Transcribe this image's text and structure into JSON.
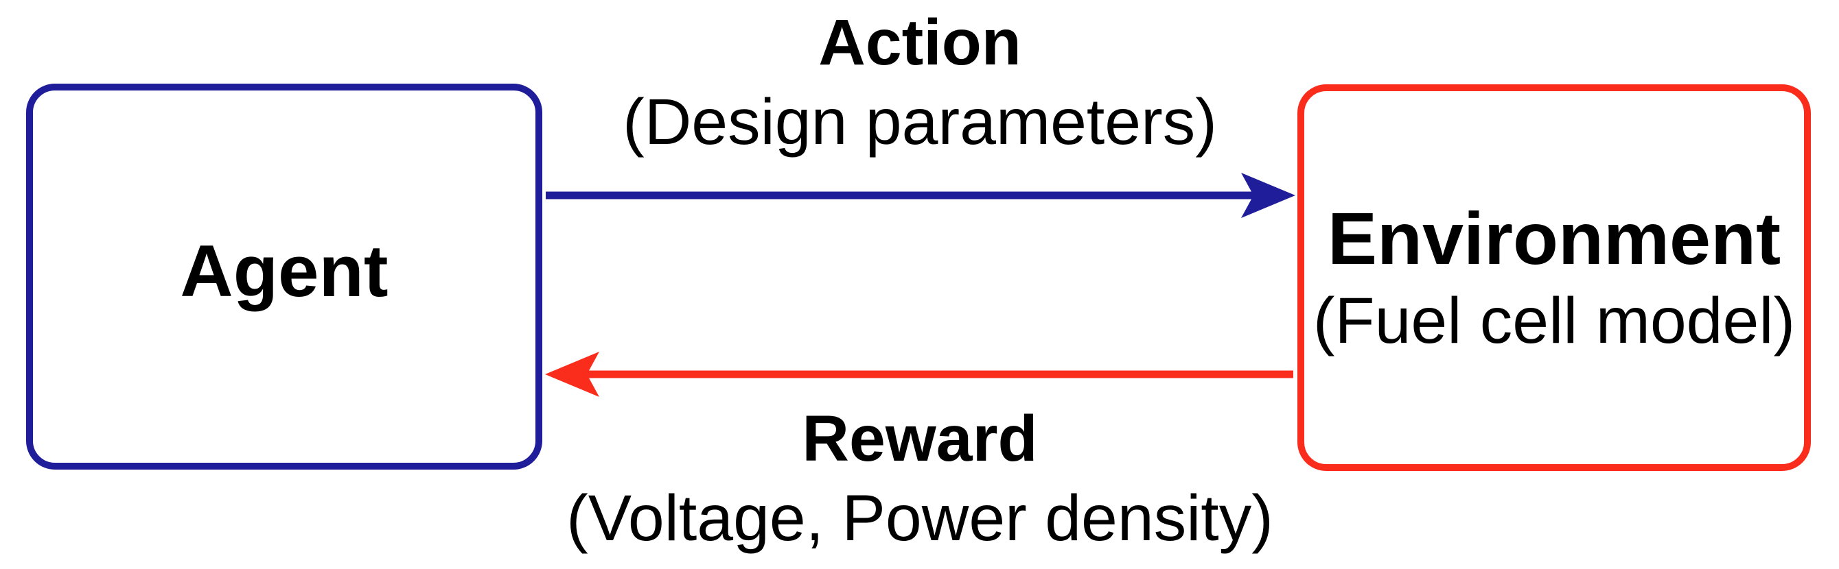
{
  "diagram_type": "reinforcement-learning-loop",
  "nodes": {
    "agent": {
      "label": "Agent",
      "border_color": "#201d9a"
    },
    "environment": {
      "label": "Environment",
      "sublabel": "(Fuel cell model)",
      "border_color": "#fa2c1c"
    }
  },
  "edges": {
    "action": {
      "label": "Action",
      "sublabel": "(Design parameters)",
      "from": "agent",
      "to": "environment",
      "color": "#201d9a"
    },
    "reward": {
      "label": "Reward",
      "sublabel": "(Voltage, Power density)",
      "from": "environment",
      "to": "agent",
      "color": "#fa2c1c"
    }
  },
  "colors": {
    "background": "#ffffff",
    "text": "#000000"
  }
}
